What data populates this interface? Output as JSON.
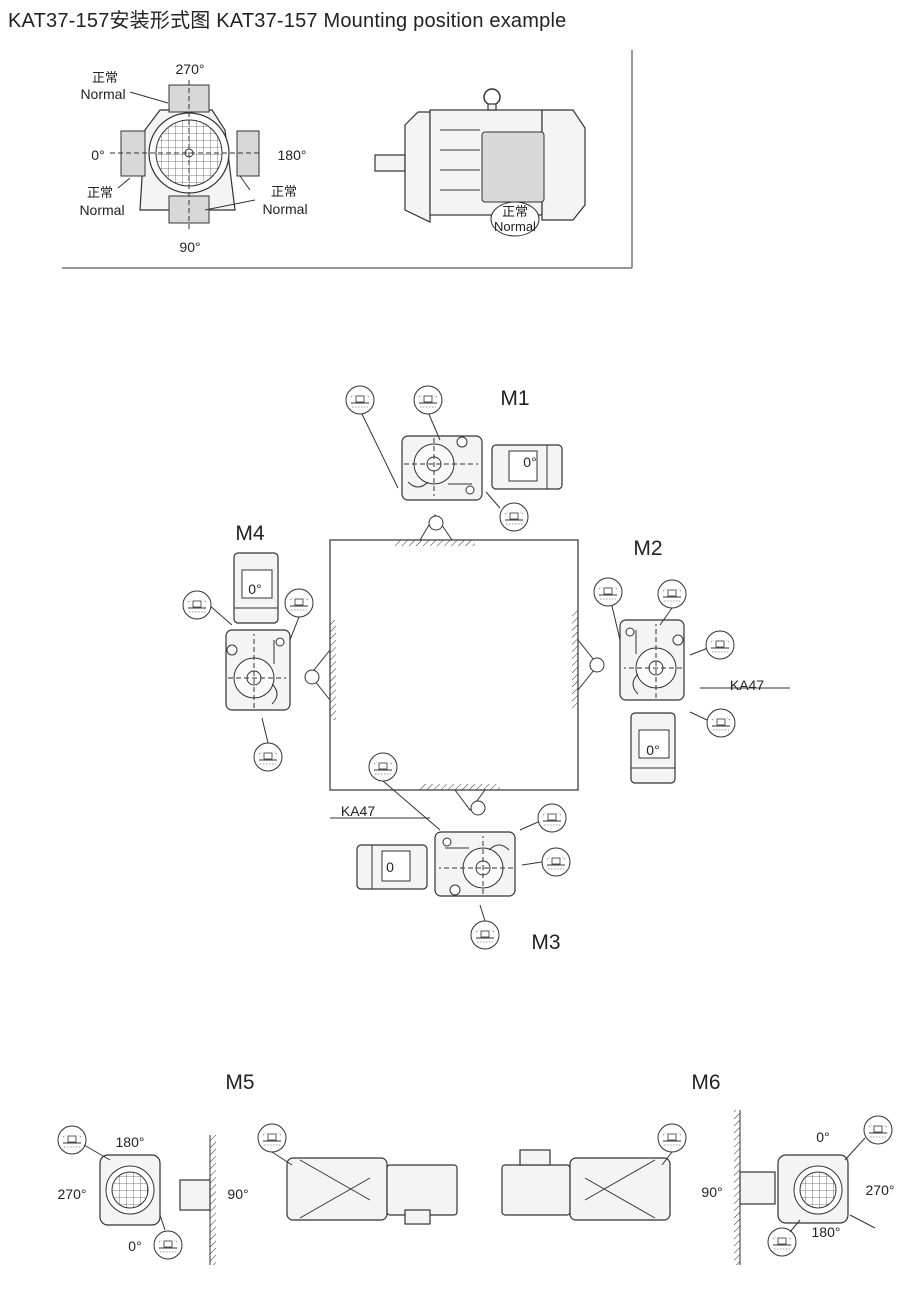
{
  "title": "KAT37-157安装形式图  KAT37-157 Mounting position example",
  "terminal_box": {
    "angles": {
      "top": "270°",
      "left": "0°",
      "right": "180°",
      "bottom": "90°"
    },
    "normal_cn": "正常",
    "normal_en": "Normal"
  },
  "positions": {
    "m1": "M1",
    "m2": "M2",
    "m3": "M3",
    "m4": "M4",
    "m5": "M5",
    "m6": "M6"
  },
  "motor_angle": "0°",
  "motor_angle_m3": "0",
  "model_label": "KA47",
  "m5_angles": {
    "top": "180°",
    "left": "270°",
    "right": "90°",
    "bottom": "0°"
  },
  "m6_angles": {
    "top": "0°",
    "left": "90°",
    "right": "270°",
    "bottom": "180°"
  }
}
